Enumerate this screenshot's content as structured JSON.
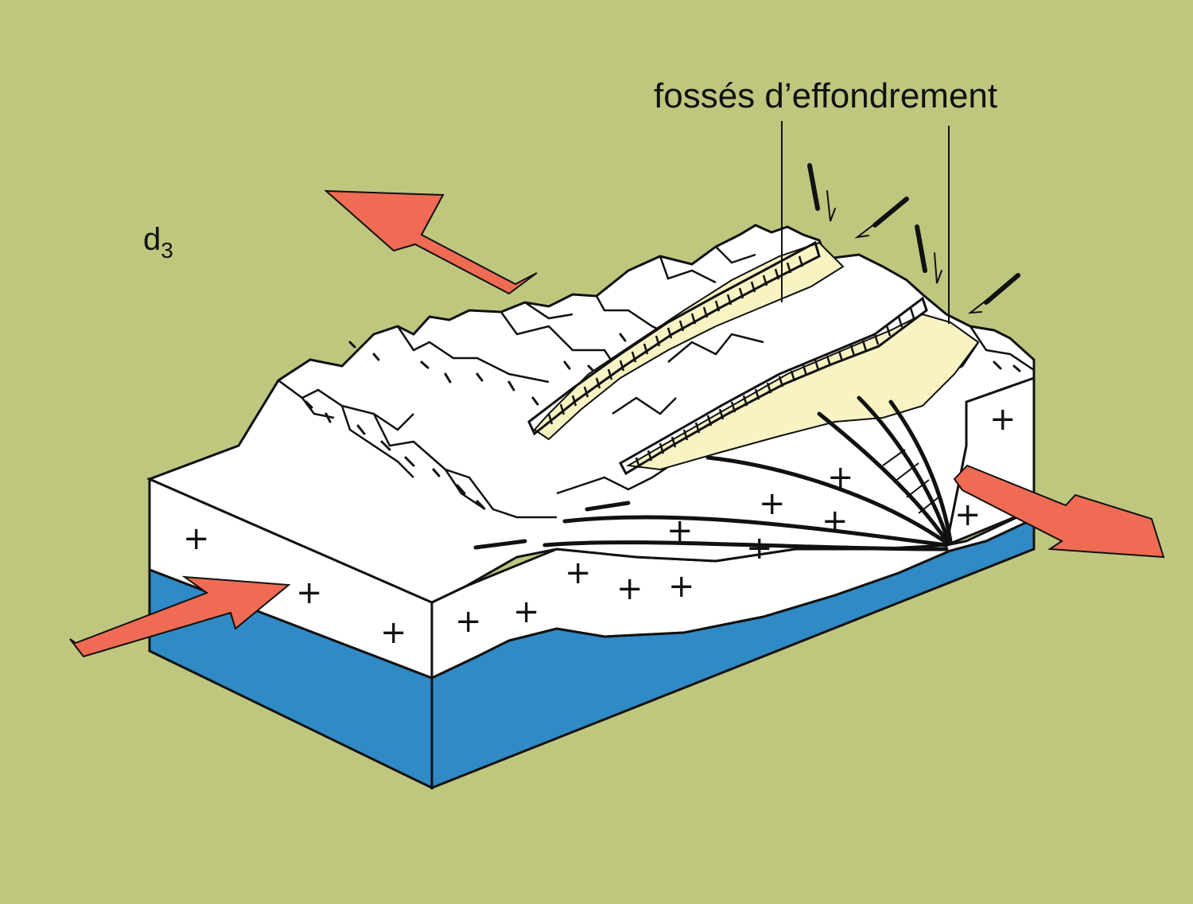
{
  "figure": {
    "panel_label": "d",
    "panel_subscript": "3",
    "annotation": "fossés d’effondrement"
  },
  "colors": {
    "background": "#bfc77f",
    "mantle": "#2f8ac6",
    "crust": "#ffffff",
    "rift_fill": "#f8f3c2",
    "arrow": "#ef6b53",
    "ink": "#111111"
  },
  "icons": {
    "extension_arrows": "red-arrow-icon",
    "fault_motion": "half-arrow-icon",
    "granite": "plus-symbol"
  }
}
